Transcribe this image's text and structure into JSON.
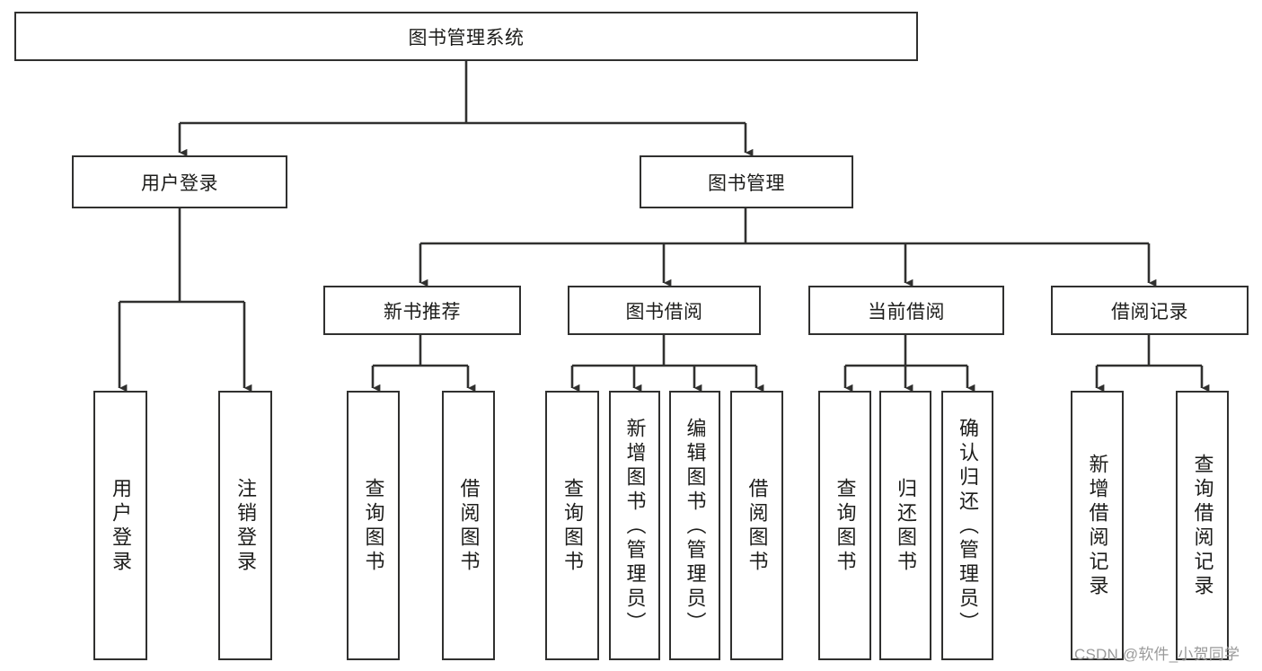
{
  "diagram": {
    "title_node": {
      "label": "图书管理系统"
    },
    "level2": [
      {
        "label": "用户登录"
      },
      {
        "label": "图书管理"
      }
    ],
    "level3": [
      {
        "label": "新书推荐"
      },
      {
        "label": "图书借阅"
      },
      {
        "label": "当前借阅"
      },
      {
        "label": "借阅记录"
      }
    ],
    "leaves": {
      "user_login": [
        {
          "label": "用户登录"
        },
        {
          "label": "注销登录"
        }
      ],
      "new_book_recommend": [
        {
          "label": "查询图书"
        },
        {
          "label": "借阅图书"
        }
      ],
      "book_borrow": [
        {
          "label": "查询图书"
        },
        {
          "label": "新增图书（管理员）"
        },
        {
          "label": "编辑图书（管理员）"
        },
        {
          "label": "借阅图书"
        }
      ],
      "current_borrow": [
        {
          "label": "查询图书"
        },
        {
          "label": "归还图书"
        },
        {
          "label": "确认归还（管理员）"
        }
      ],
      "borrow_record": [
        {
          "label": "新增借阅记录"
        },
        {
          "label": "查询借阅记录"
        }
      ]
    }
  },
  "watermark": {
    "text": "CSDN @软件_小贺同学"
  },
  "colors": {
    "stroke": "#30302f",
    "box_fill": "#ffffff",
    "text": "#1d1d1b",
    "watermark": "#9a9a9a"
  }
}
